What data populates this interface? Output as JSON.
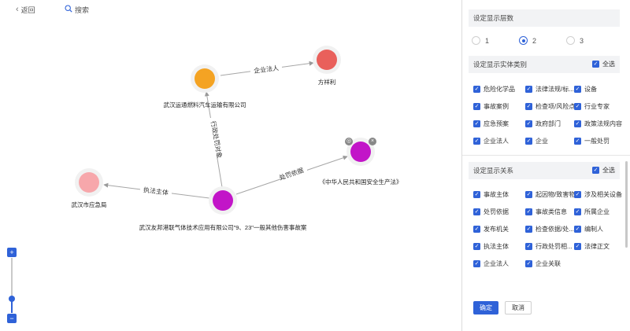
{
  "toolbar": {
    "back_label": "返回",
    "search_label": "搜索"
  },
  "colors": {
    "accent": "#2f62d8",
    "orange": "#f4a323",
    "red": "#e9605b",
    "purple": "#c215c8",
    "pink": "#f7a7ab"
  },
  "graph": {
    "nodes": [
      {
        "id": "company",
        "label": "武汉运通燃料汽车运输有限公司",
        "color": "orange"
      },
      {
        "id": "person",
        "label": "方祥利",
        "color": "red"
      },
      {
        "id": "bureau",
        "label": "武汉市应急局",
        "color": "pink"
      },
      {
        "id": "accident",
        "label": "武汉友邦港联气体技术应用有限公司\"9、23\"一般其他伤害事故案",
        "color": "purple"
      },
      {
        "id": "law",
        "label": "《中华人民共和国安全生产法》",
        "color": "purple"
      }
    ],
    "edges": [
      {
        "from": "company",
        "to": "person",
        "label": "企业法人"
      },
      {
        "from": "accident",
        "to": "company",
        "label": "行政处罚对象"
      },
      {
        "from": "accident",
        "to": "bureau",
        "label": "执法主体"
      },
      {
        "from": "accident",
        "to": "law",
        "label": "处罚依据"
      }
    ],
    "badges": {
      "left": "◎",
      "right": "×"
    }
  },
  "zoom": {
    "plus": "+",
    "minus": "−",
    "level": 0.3
  },
  "panel": {
    "levels": {
      "title": "设定显示层数",
      "options": [
        {
          "label": "1",
          "selected": false
        },
        {
          "label": "2",
          "selected": true
        },
        {
          "label": "3",
          "selected": false
        }
      ]
    },
    "entity_types": {
      "title": "设定显示实体类别",
      "select_all": "全选",
      "items": [
        "危险化学品",
        "法律法规/标...",
        "设备",
        "事故案例",
        "检查项/风险点",
        "行业专家",
        "应急预案",
        "政府部门",
        "政策法规内容",
        "企业法人",
        "企业",
        "一般处罚"
      ]
    },
    "relations": {
      "title": "设定显示关系",
      "select_all": "全选",
      "items": [
        "事故主体",
        "起因物/致害物",
        "涉及相关设备",
        "处罚依据",
        "事故类信息",
        "所属企业",
        "发布机关",
        "检查依据/处...",
        "编制人",
        "执法主体",
        "行政处罚相...",
        "法律正文",
        "企业法人",
        "企业关联"
      ]
    },
    "confirm_label": "确定",
    "cancel_label": "取消"
  }
}
